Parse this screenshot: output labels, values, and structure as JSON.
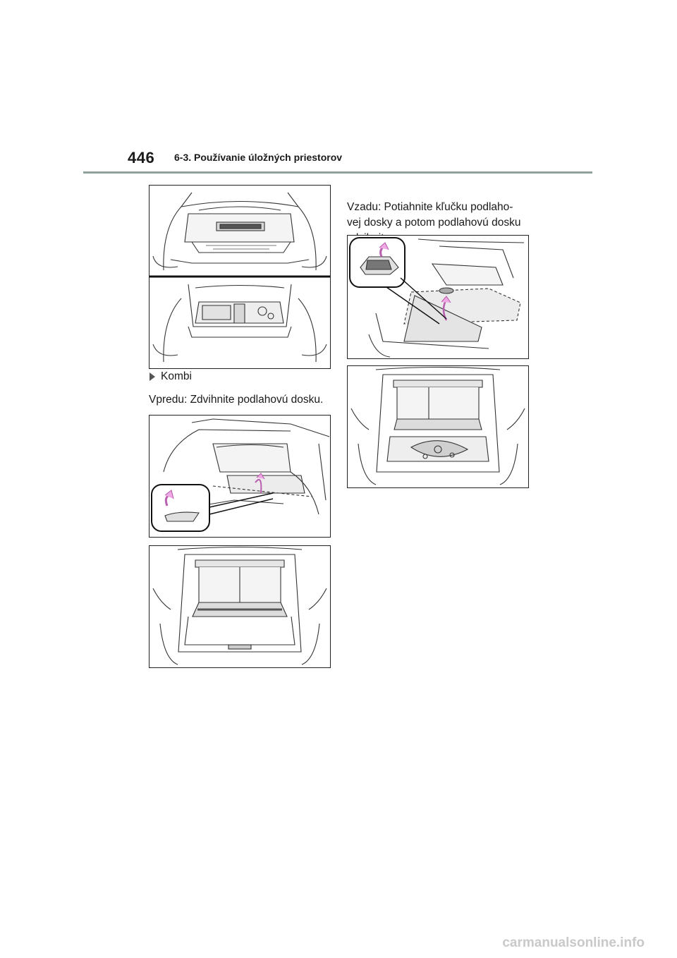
{
  "header": {
    "page_number": "446",
    "section": "6-3. Používanie úložných priestorov"
  },
  "content": {
    "bullet_label": "Kombi",
    "front_instruction": "Vpredu: Zdvihnite podlahovú dosku.",
    "rear_instruction_lines": [
      "Vzadu: Potiahnite kľučku podlaho-",
      "vej dosky a potom podlahovú dosku",
      "zdvihnite."
    ]
  },
  "figures": {
    "hatchback_trunk": "hatchback-trunk-floor-illustration",
    "kombi_front": "kombi-front-floor-board-illustration",
    "kombi_front_open": "kombi-front-floor-open-illustration",
    "kombi_rear": "kombi-rear-floor-handle-illustration",
    "kombi_rear_open": "kombi-rear-floor-open-illustration"
  },
  "colors": {
    "accent_arrow": "#f0a8e4",
    "rule": "#8fa39a"
  },
  "watermark": "carmanualsonline.info"
}
